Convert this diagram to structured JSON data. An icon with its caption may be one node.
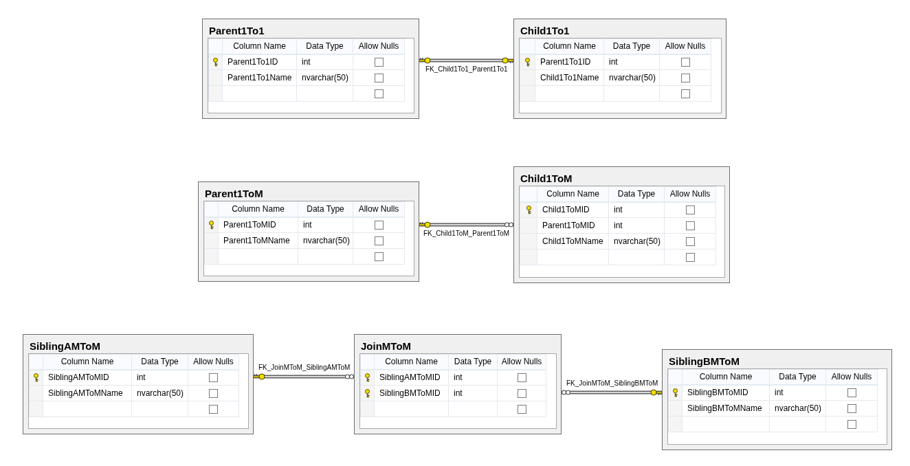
{
  "diagram": {
    "nodes": [
      {
        "text": [
          "Parent1To1",
          "Column Name",
          "Data Type",
          "Allow Nulls",
          "Parent1To1ID",
          "int",
          "Parent1To1Name",
          "nvarchar(50)"
        ]
      },
      {
        "text": [
          "Child1To1",
          "Column Name",
          "Data Type",
          "Allow Nulls",
          "Parent1To1ID",
          "int",
          "Child1To1Name",
          "nvarchar(50)"
        ]
      },
      {
        "text": [
          "Parent1ToM",
          "Column Name",
          "Data Type",
          "Allow Nulls",
          "Parent1ToMID",
          "int",
          "Parent1ToMName",
          "nvarchar(50)"
        ]
      },
      {
        "text": [
          "Child1ToM",
          "Column Name",
          "Data Type",
          "Allow Nulls",
          "Child1ToMID",
          "int",
          "Parent1ToMID",
          "int",
          "Child1ToMName",
          "nvarchar(50)"
        ]
      },
      {
        "text": [
          "SiblingAMToM",
          "Column Name",
          "Data Type",
          "Allow Nulls",
          "SiblingAMToMID",
          "int",
          "SiblingAMToMName",
          "nvarchar(50)"
        ]
      },
      {
        "text": [
          "JoinMToM",
          "Column Name",
          "Data Type",
          "Allow Nulls",
          "SiblingAMToMID",
          "int",
          "SiblingBMToMID",
          "int"
        ]
      },
      {
        "text": [
          "SiblingBMToM",
          "Column Name",
          "Data Type",
          "Allow Nulls",
          "SiblingBMToMID",
          "int",
          "SiblingBMToMName",
          "nvarchar(50)"
        ]
      }
    ],
    "edges": [
      {
        "from": 0,
        "to": 1,
        "arrow": "other",
        "label": "FK_Child1To1_Parent1To1"
      },
      {
        "from": 2,
        "to": 3,
        "arrow": "other",
        "label": "FK_Child1ToM_Parent1ToM"
      },
      {
        "from": 4,
        "to": 5,
        "arrow": "other",
        "label": "FK_JoinMToM_SiblingAMToM"
      },
      {
        "from": 6,
        "to": 5,
        "arrow": "other",
        "label": "FK_JoinMToM_SiblingBMToM"
      }
    ]
  }
}
